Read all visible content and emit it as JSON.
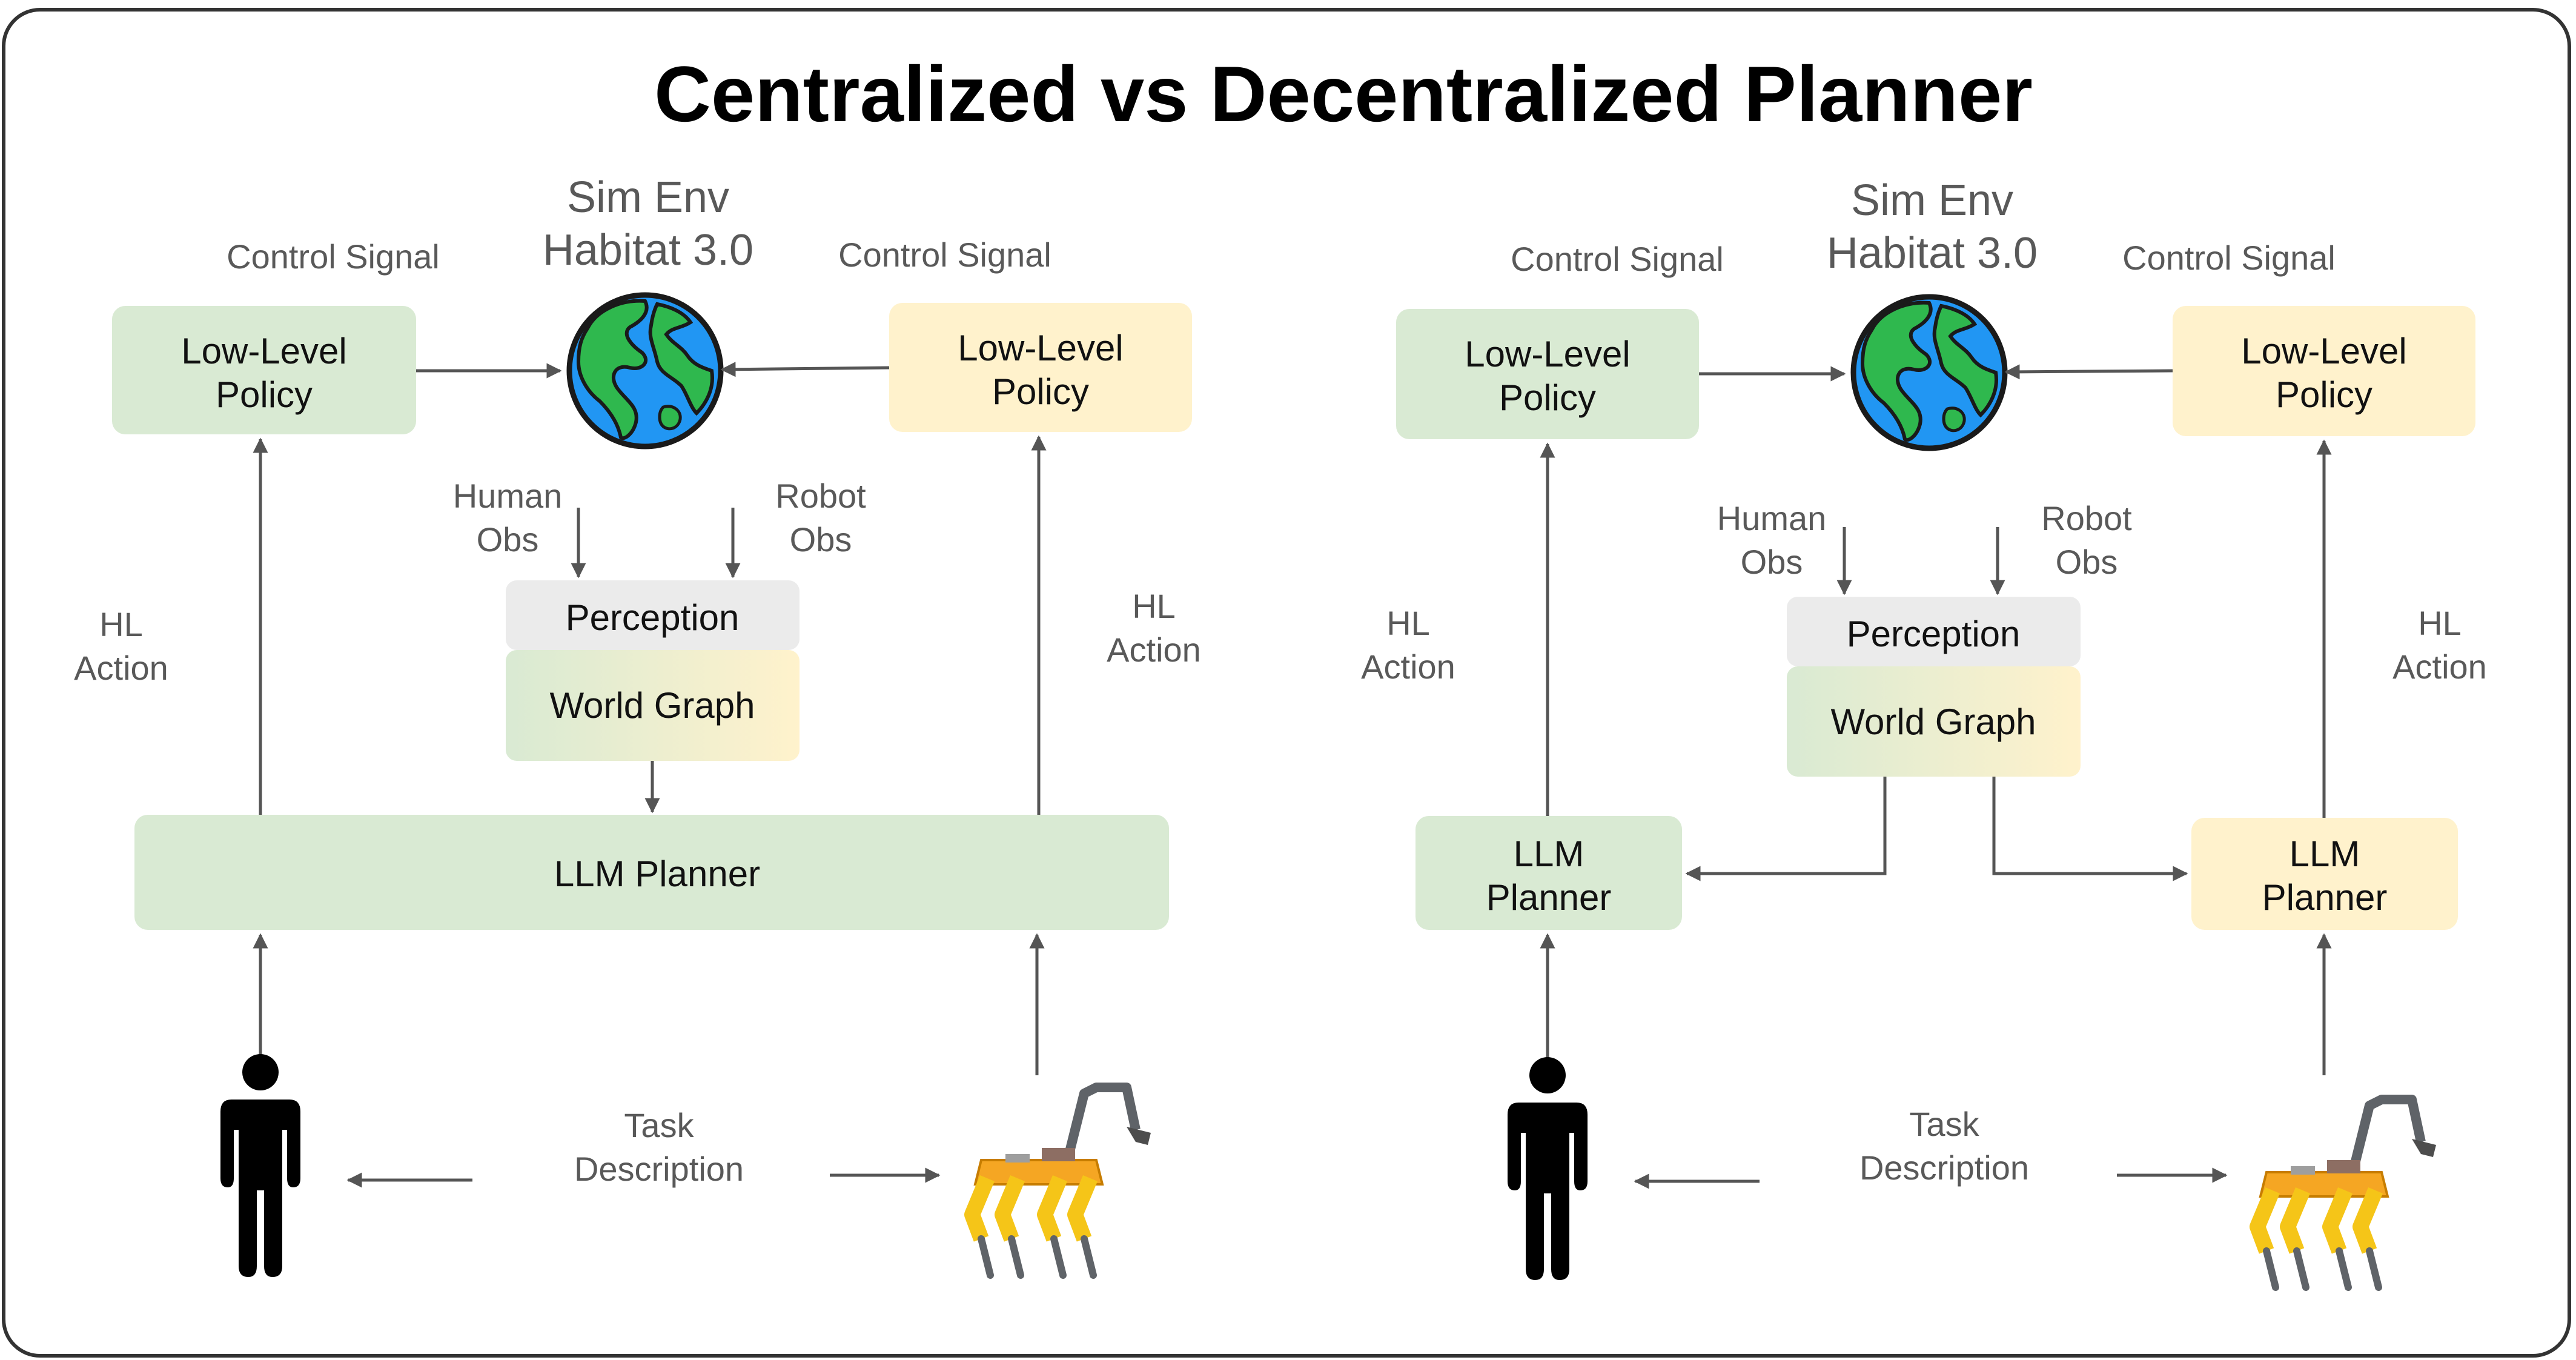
{
  "title": "Centralized vs Decentralized Planner",
  "colors": {
    "green_box": "#d9ead3",
    "yellow_box": "#fff2cc",
    "perception_box": "#ebebeb",
    "arrow": "#555555",
    "label_text": "#595959"
  },
  "panels": [
    {
      "env_line1": "Sim Env",
      "env_line2": "Habitat 3.0",
      "control_signal_left": "Control Signal",
      "control_signal_right": "Control Signal",
      "policy_left": [
        "Low-Level",
        "Policy"
      ],
      "policy_right": [
        "Low-Level",
        "Policy"
      ],
      "human_obs": [
        "Human",
        "Obs"
      ],
      "robot_obs": [
        "Robot",
        "Obs"
      ],
      "perception": "Perception",
      "world_graph": "World Graph",
      "hl_action_left": [
        "HL",
        "Action"
      ],
      "hl_action_right": [
        "HL",
        "Action"
      ],
      "planner": "LLM Planner",
      "task_description": [
        "Task",
        "Description"
      ]
    },
    {
      "env_line1": "Sim Env",
      "env_line2": "Habitat 3.0",
      "control_signal_left": "Control Signal",
      "control_signal_right": "Control Signal",
      "policy_left": [
        "Low-Level",
        "Policy"
      ],
      "policy_right": [
        "Low-Level",
        "Policy"
      ],
      "human_obs": [
        "Human",
        "Obs"
      ],
      "robot_obs": [
        "Robot",
        "Obs"
      ],
      "perception": "Perception",
      "world_graph": "World Graph",
      "hl_action_left": [
        "HL",
        "Action"
      ],
      "hl_action_right": [
        "HL",
        "Action"
      ],
      "planner_left": [
        "LLM",
        "Planner"
      ],
      "planner_right": [
        "LLM",
        "Planner"
      ],
      "task_description": [
        "Task",
        "Description"
      ]
    }
  ],
  "icons": [
    "globe-icon",
    "human-icon",
    "robot-dog-icon"
  ]
}
